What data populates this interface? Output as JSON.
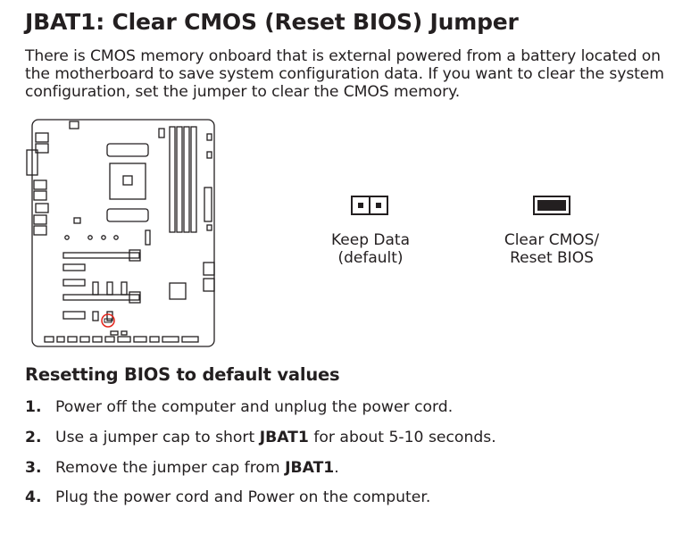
{
  "header": {
    "title": "JBAT1: Clear CMOS (Reset BIOS) Jumper",
    "intro": "There is CMOS memory onboard that is external powered from a battery located on the motherboard to save system configuration data. If you want to clear the system configuration, set the jumper to clear the CMOS memory."
  },
  "jumpers": {
    "keep_data": {
      "line1": "Keep Data",
      "line2": "(default)"
    },
    "clear_cmos": {
      "line1": "Clear CMOS/",
      "line2": "Reset BIOS"
    }
  },
  "colors": {
    "highlight": "#e2231a",
    "text": "#231f20"
  },
  "reset": {
    "heading": "Resetting BIOS to default values",
    "steps": [
      {
        "num": "1.",
        "text": "Power off the computer and unplug the power cord."
      },
      {
        "num": "2.",
        "pre": "Use a jumper cap to short ",
        "bold": "JBAT1",
        "post": " for about 5-10 seconds."
      },
      {
        "num": "3.",
        "pre": "Remove the jumper cap from ",
        "bold": "JBAT1",
        "post": "."
      },
      {
        "num": "4.",
        "text": "Plug the power cord and Power on the computer."
      }
    ]
  }
}
